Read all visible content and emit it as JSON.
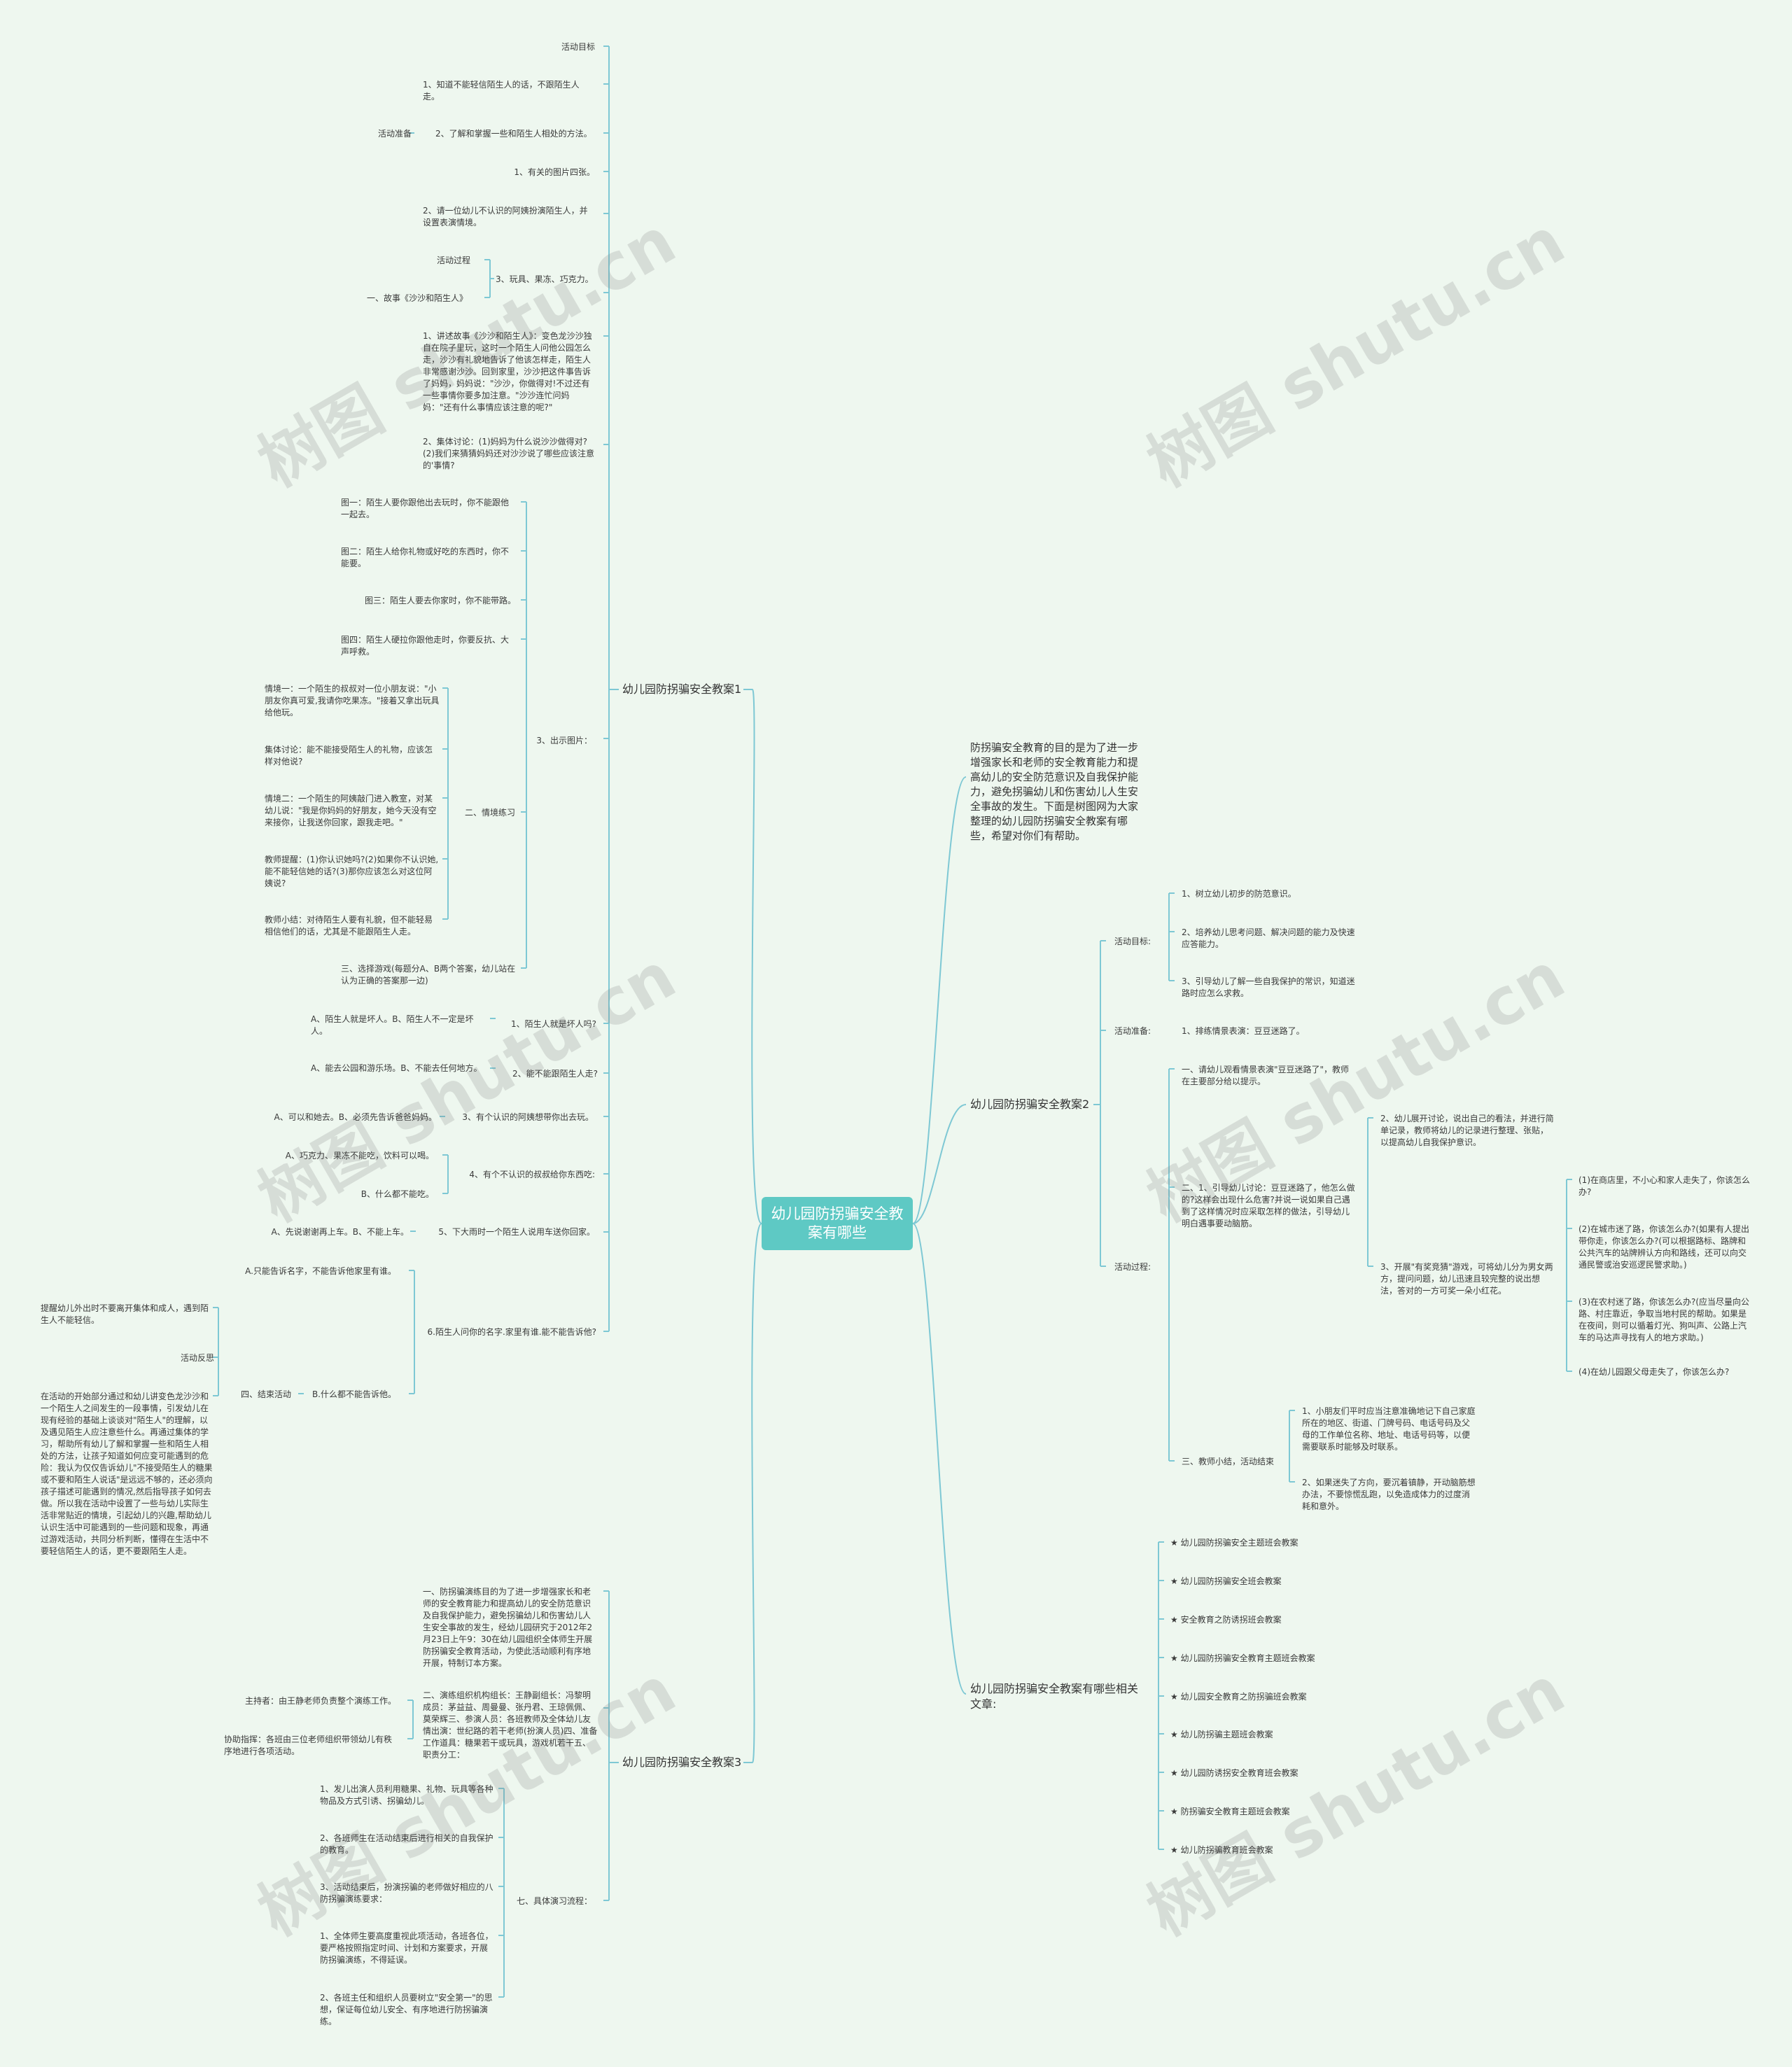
{
  "root": "幼儿园防拐骗安全教案有哪些",
  "intro": "防拐骗安全教育的目的是为了进一步增强家长和老师的安全教育能力和提高幼儿的安全防范意识及自我保护能力，避免拐骗幼儿和伤害幼儿人生安全事故的发生。下面是树图网为大家整理的幼儿园防拐骗安全教案有哪些，希望对你们有帮助。",
  "watermark": "树图 shutu.cn",
  "left": {
    "b1": {
      "title": "幼儿园防拐骗安全教案1",
      "t_goal": "活动目标",
      "t_goal1": "1、知道不能轻信陌生人的话，不跟陌生人走。",
      "t_prep": "活动准备",
      "t_prep2": "2、了解和掌握一些和陌生人相处的方法。",
      "t_pic1": "1、有关的图片四张。",
      "t_role": "2、请一位幼儿不认识的阿姨扮演陌生人，并设置表演情境。",
      "t_proc": "活动过程",
      "t_toys": "3、玩具、果冻、巧克力。",
      "t_story": "一、故事《沙沙和陌生人》",
      "t_tell": "1、讲述故事《沙沙和陌生人》：变色龙沙沙独自在院子里玩，这时一个陌生人问他公园怎么走，沙沙有礼貌地告诉了他该怎样走，陌生人非常感谢沙沙。回到家里，沙沙把这件事告诉了妈妈，妈妈说：\"沙沙，你做得对!不过还有一些事情你要多加注意。\"沙沙连忙问妈妈：\"还有什么事情应该注意的呢?\"",
      "t_disc": "2、集体讨论：(1)妈妈为什么说沙沙做得对?(2)我们来猜猜妈妈还对沙沙说了哪些应该注意的'事情?",
      "p1": "图一：陌生人要你跟他出去玩时，你不能跟他一起去。",
      "p2": "图二：陌生人给你礼物或好吃的东西时，你不能要。",
      "p3": "图三：陌生人要去你家时，你不能带路。",
      "p4": "图四：陌生人硬拉你跟他走时，你要反抗、大声呼救。",
      "t_show": "3、出示图片：",
      "s1": "情境一：一个陌生的叔叔对一位小朋友说：\"小朋友你真可爱,我请你吃果冻。\"接着又拿出玩具给他玩。",
      "s2": "集体讨论：能不能接受陌生人的礼物，应该怎样对他说?",
      "s3": "情境二：一个陌生的阿姨敲门进入教室，对某幼儿说：\"我是你妈妈的好朋友，她今天没有空来接你，让我送你回家，跟我走吧。\"",
      "s4": "教师提醒：(1)你认识她吗?(2)如果你不认识她,能不能轻信她的话?(3)那你应该怎么对这位阿姨说?",
      "s5": "教师小结：对待陌生人要有礼貌，但不能轻易相信他们的话，尤其是不能跟陌生人走。",
      "t_sit": "二、情境练习",
      "t_game": "三、选择游戏(每题分A、B两个答案，幼儿站在认为正确的答案那一边)",
      "q1a": "A、陌生人就是坏人。B、陌生人不一定是坏人。",
      "q1": "1、陌生人就是坏人吗?",
      "q2a": "A、能去公园和游乐场。B、不能去任何地方。",
      "q2": "2、能不能跟陌生人走?",
      "q3a": "A、可以和她去。B、必须先告诉爸爸妈妈。",
      "q3": "3、有个认识的阿姨想带你出去玩。",
      "q4a": "A、巧克力、果冻不能吃，饮料可以喝。",
      "q4b": "B、什么都不能吃。",
      "q4": "4、有个不认识的叔叔给你东西吃:",
      "q5": "5、下大雨时一个陌生人说用车送你回家。",
      "q5a": "A、先说谢谢再上车。B、不能上车。",
      "q6a": "A.只能告诉名字，不能告诉他家里有谁。",
      "q6": "6.陌生人问你的名字.家里有谁.能不能告诉他?",
      "q6b": "B.什么都不能告诉他。",
      "t_end": "四、结束活动",
      "e1": "提醒幼儿外出时不要离开集体和成人，遇到陌生人不能轻信。",
      "e2": "活动反思",
      "e3": "在活动的开始部分通过和幼儿讲变色龙沙沙和一个陌生人之间发生的一段事情，引发幼儿在现有经验的基础上谈谈对\"陌生人\"的理解，以及遇见陌生人应注意些什么。再通过集体的学习，帮助所有幼儿了解和掌握一些和陌生人相处的方法，让孩子知道如何应变可能遇到的危险：我认为仅仅告诉幼儿\"不接受陌生人的糖果或不要和陌生人说话\"是远远不够的，还必须向孩子描述可能遇到的情况,然后指导孩子如何去做。所以我在活动中设置了一些与幼儿实际生活非常贴近的情境，引起幼儿的兴趣,帮助幼儿认识生活中可能遇到的一些问题和现象，再通过游戏活动，共同分析判断，懂得在生活中不要轻信陌生人的话，更不要跟陌生人走。"
    },
    "b3": {
      "title": "幼儿园防拐骗安全教案3",
      "a1": "一、防拐骗演练目的为了进一步增强家长和老师的安全教育能力和提高幼儿的安全防范意识及自我保护能力，避免拐骗幼儿和伤害幼儿人生安全事故的发生，经幼儿园研究于2012年2月23日上午9：30在幼儿园组织全体师生开展防拐骗安全教育活动，为使此活动顺利有序地开展，特制订本方案。",
      "a2": "二、演练组织机构组长：王静副组长：冯黎明成员：茅益益、周曼曼、张丹君、王琼佩佩、莫荣辉三、参演人员：各班教师及全体幼儿友情出演：世纪路的若干老师(扮演人员)四、准备工作道具：糖果若干或玩具，游戏机若干五、职责分工：",
      "d1": "主持者：由王静老师负责整个演练工作。",
      "d2": "协助指挥：各班由三位老师组织带领幼儿有秩序地进行各项活动。",
      "c1": "1、发儿出演人员利用糖果、礼物、玩具等各种物品及方式引诱、拐骗幼儿。",
      "c2": "2、各班师生在活动结束后进行相关的自我保护的教育。",
      "c3": "3、活动结束后，扮演拐骗的老师做好相应的八防拐骗演练要求：",
      "c4": "1、全体师生要高度重视此项活动，各班各位，要严格按照指定时间、计划和方案要求，开展防拐骗演练，不得延误。",
      "c5": "2、各班主任和组织人员要树立\"安全第一\"的思想，保证每位幼儿安全、有序地进行防拐骗演练。",
      "t7": "七、具体演习流程："
    }
  },
  "right": {
    "b2": {
      "title": "幼儿园防拐骗安全教案2",
      "goal": "活动目标:",
      "g1": "1、树立幼儿初步的防范意识。",
      "g2": "2、培养幼儿思考问题、解决问题的能力及快速应答能力。",
      "g3": "3、引导幼儿了解一些自我保护的常识，知道迷路时应怎么求救。",
      "prep": "活动准备:",
      "p1": "1、排练情景表演：豆豆迷路了。",
      "proc": "活动过程:",
      "pr1": "一、请幼儿观看情景表演\"豆豆迷路了\"，教师在主要部分给以提示。",
      "pr2": "二、1、引导幼儿讨论：豆豆迷路了，他怎么做的?这样会出现什么危害?并说一说如果自己遇到了这样情况时应采取怎样的做法，引导幼儿明白遇事要动脑筋。",
      "pr21": "2、幼儿展开讨论，说出自己的看法，并进行简单记录，教师将幼儿的记录进行整理、张贴，以提高幼儿自我保护意识。",
      "pr22": "3、开展\"有奖竞猜\"游戏，可将幼儿分为男女两方，提问问题，幼儿迅速且较完整的说出想法，答对的一方可奖一朵小红花。",
      "qa": "(1)在商店里，不小心和家人走失了，你该怎么办?",
      "qb": "(2)在城市迷了路，你该怎么办?(如果有人提出带你走，你该怎么办?(可以根据路标、路牌和公共汽车的站牌辨认方向和路线，还可以向交通民警或治安巡逻民警求助。)",
      "qc": "(3)在农村迷了路，你该怎么办?(应当尽量向公路、村庄靠近，争取当地村民的帮助。如果是在夜间，则可以循着灯光、狗叫声、公路上汽车的马达声寻找有人的地方求助。)",
      "qd": "(4)在幼儿园跟父母走失了，你该怎么办?",
      "sum": "三、教师小结，活动结束",
      "s1": "1、小朋友们平时应当注意准确地记下自己家庭所在的地区、街道、门牌号码、电话号码及父母的工作单位名称、地址、电话号码等，以便需要联系时能够及时联系。",
      "s2": "2、如果迷失了方向，要沉着镇静，开动脑筋想办法，不要惊慌乱跑，以免造成体力的过度消耗和意外。"
    },
    "b4": {
      "title": "幼儿园防拐骗安全教案有哪些相关文章:",
      "items": [
        "★ 幼儿园防拐骗安全主题班会教案",
        "★ 幼儿园防拐骗安全班会教案",
        "★ 安全教育之防诱拐班会教案",
        "★ 幼儿园防拐骗安全教育主题班会教案",
        "★ 幼儿园安全教育之防拐骗班会教案",
        "★ 幼儿防拐骗主题班会教案",
        "★ 幼儿园防诱拐安全教育班会教案",
        "★ 防拐骗安全教育主题班会教案",
        "★ 幼儿防拐骗教育班会教案"
      ]
    }
  }
}
